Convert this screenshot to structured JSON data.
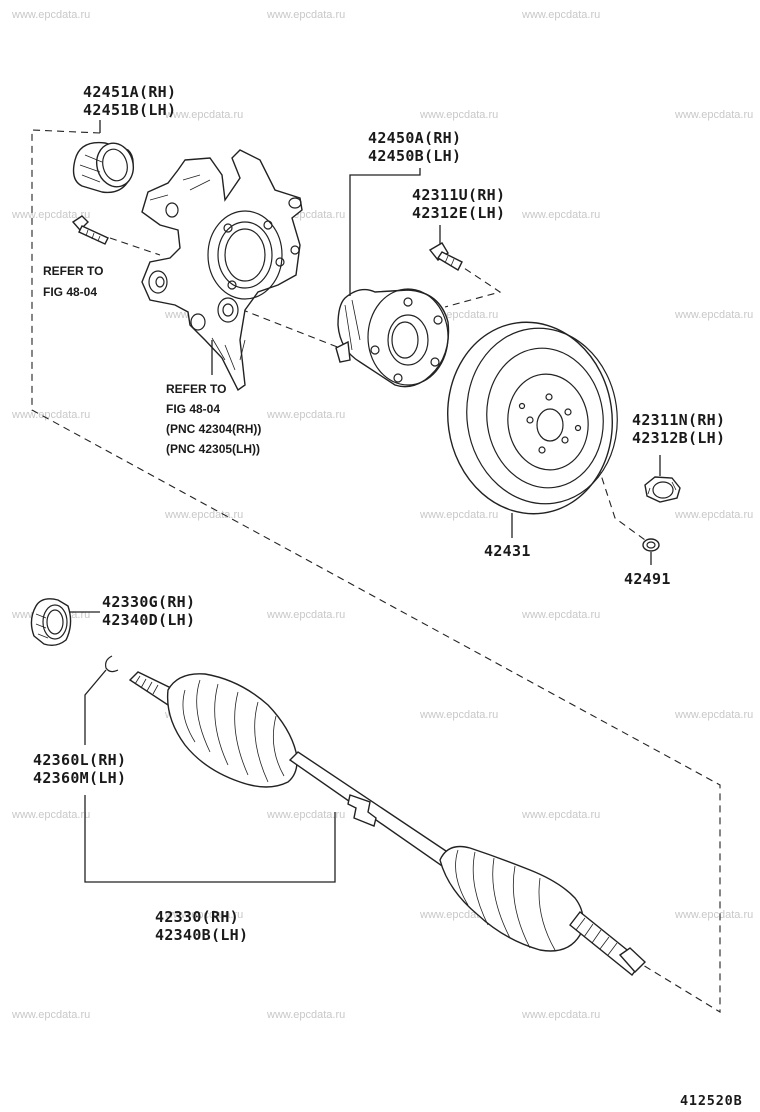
{
  "watermark": "www.epcdata.ru",
  "figure_id": "412520B",
  "labels": {
    "bearing": [
      "42451A(RH)",
      "42451B(LH)"
    ],
    "knuckle_refer": [
      "REFER TO",
      "FIG 48-04",
      "(PNC 42304(RH))",
      "(PNC 42305(LH))"
    ],
    "bolt_refer": [
      "REFER TO",
      "FIG 48-04"
    ],
    "hub": [
      "42450A(RH)",
      "42450B(LH)"
    ],
    "hub_bolt": [
      "42311U(RH)",
      "42312E(LH)"
    ],
    "nut": [
      "42311N(RH)",
      "42312B(LH)"
    ],
    "disc": "42431",
    "cap": "42491",
    "outer_seal": [
      "42330G(RH)",
      "42340D(LH)"
    ],
    "snap_ring": [
      "42360L(RH)",
      "42360M(LH)"
    ],
    "drive_shaft": [
      "42330(RH)",
      "42340B(LH)"
    ]
  }
}
